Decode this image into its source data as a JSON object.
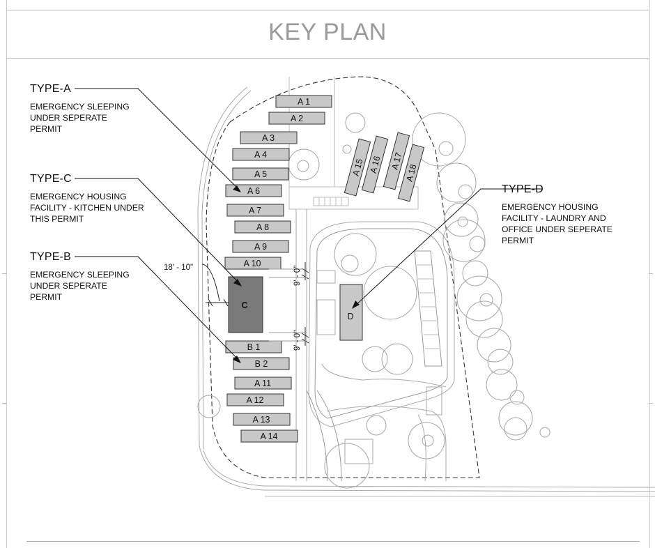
{
  "title": "KEY PLAN",
  "labels": {
    "type_a": {
      "title": "TYPE-A",
      "desc": "EMERGENCY  SLEEPING\nUNDER SEPERATE\nPERMIT"
    },
    "type_c": {
      "title": "TYPE-C",
      "desc": "EMERGENCY HOUSING\nFACILITY - KITCHEN UNDER\nTHIS PERMIT"
    },
    "type_b": {
      "title": "TYPE-B",
      "desc": "EMERGENCY  SLEEPING\nUNDER SEPERATE\nPERMIT"
    },
    "type_d": {
      "title": "TYPE-D",
      "desc": "EMERGENCY HOUSING\nFACILITY - LAUNDRY AND\nOFFICE UNDER SEPERATE\nPERMIT"
    }
  },
  "buildings": [
    {
      "label": "A 1"
    },
    {
      "label": "A 2"
    },
    {
      "label": "A 3"
    },
    {
      "label": "A 4"
    },
    {
      "label": "A 5"
    },
    {
      "label": "A 6"
    },
    {
      "label": "A 7"
    },
    {
      "label": "A 8"
    },
    {
      "label": "A 9"
    },
    {
      "label": "A 10"
    },
    {
      "label": "C"
    },
    {
      "label": "B 1"
    },
    {
      "label": "B 2"
    },
    {
      "label": "A 11"
    },
    {
      "label": "A 12"
    },
    {
      "label": "A 13"
    },
    {
      "label": "A 14"
    },
    {
      "label": "A 15"
    },
    {
      "label": "A 16"
    },
    {
      "label": "A 17"
    },
    {
      "label": "A 18"
    },
    {
      "label": "D"
    }
  ],
  "dimensions": {
    "left_gap": "18' - 10\"",
    "top_gap": "9' - 0\"",
    "bottom_gap": "9' - 0\""
  },
  "colors": {
    "building_fill": "#c8c8c8",
    "building_c_fill": "#7a7a7a",
    "linework": "#8a8a8a",
    "title": "#9a9a9a"
  }
}
